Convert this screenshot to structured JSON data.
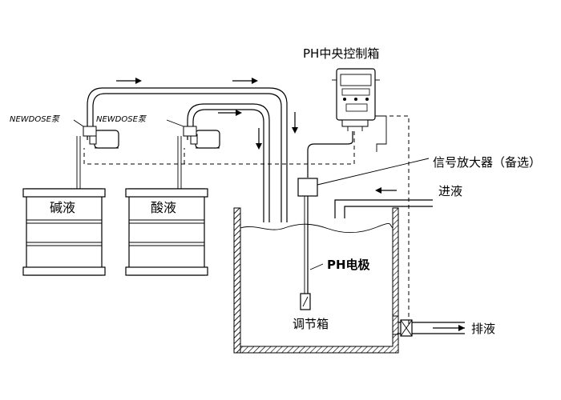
{
  "labels": {
    "controller": "PH中央控制箱",
    "pump_left": "NEWDOSE泵",
    "pump_right": "NEWDOSE泵",
    "amplifier": "信号放大器（备选）",
    "inlet": "进液",
    "electrode": "PH电极",
    "tank": "调节箱",
    "drain": "排液",
    "drum_alkali": "碱液",
    "drum_acid": "酸液"
  },
  "colors": {
    "line": "#000000",
    "hatch": "#000000",
    "background": "#ffffff"
  }
}
